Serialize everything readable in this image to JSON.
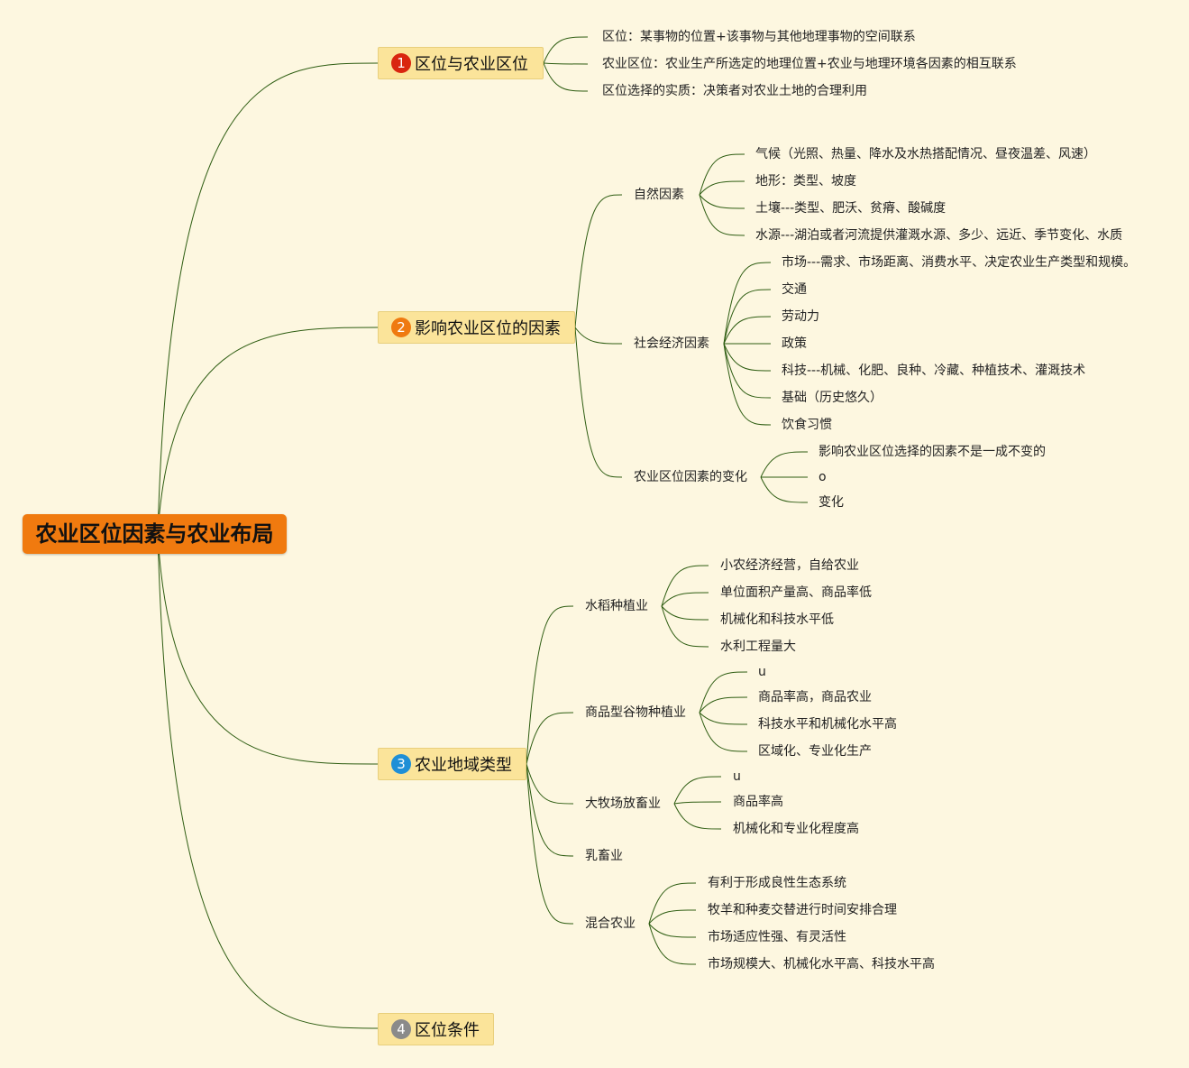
{
  "colors": {
    "background": "#fdf7e0",
    "root": "#f07a0f",
    "topic": "#fbe49a",
    "link": "#2e5d12",
    "badge1": "#d9250f",
    "badge2": "#ef7a10",
    "badge3": "#1f8fd6",
    "badge4": "#8a8a8a"
  },
  "root": {
    "label": "农业区位因素与农业布局"
  },
  "topic1": {
    "num": "1",
    "label": "区位与农业区位",
    "items": [
      "区位：某事物的位置+该事物与其他地理事物的空间联系",
      "农业区位：农业生产所选定的地理位置+农业与地理环境各因素的相互联系",
      "区位选择的实质：决策者对农业土地的合理利用"
    ]
  },
  "topic2": {
    "num": "2",
    "label": "影响农业区位的因素",
    "natural": {
      "label": "自然因素",
      "items": [
        "气候（光照、热量、降水及水热搭配情况、昼夜温差、风速）",
        "地形：类型、坡度",
        "土壤---类型、肥沃、贫瘠、酸碱度",
        "水源---湖泊或者河流提供灌溉水源、多少、远近、季节变化、水质"
      ]
    },
    "social": {
      "label": "社会经济因素",
      "items": [
        "市场---需求、市场距离、消费水平、决定农业生产类型和规模。",
        "交通",
        "劳动力",
        "政策",
        "科技---机械、化肥、良种、冷藏、种植技术、灌溉技术",
        "基础（历史悠久）",
        "饮食习惯"
      ]
    },
    "change": {
      "label": "农业区位因素的变化",
      "items": [
        "影响农业区位选择的因素不是一成不变的",
        "o",
        "变化"
      ]
    }
  },
  "topic3": {
    "num": "3",
    "label": "农业地域类型",
    "rice": {
      "label": "水稻种植业",
      "items": [
        "小农经济经营，自给农业",
        "单位面积产量高、商品率低",
        "机械化和科技水平低",
        "水利工程量大"
      ]
    },
    "grain": {
      "label": "商品型谷物种植业",
      "items": [
        "u",
        "商品率高，商品农业",
        "科技水平和机械化水平高",
        "区域化、专业化生产"
      ]
    },
    "ranch": {
      "label": "大牧场放畜业",
      "items": [
        "u",
        "商品率高",
        "机械化和专业化程度高"
      ]
    },
    "dairy": {
      "label": "乳畜业"
    },
    "mixed": {
      "label": "混合农业",
      "items": [
        "有利于形成良性生态系统",
        "牧羊和种麦交替进行时间安排合理",
        "市场适应性强、有灵活性",
        "市场规模大、机械化水平高、科技水平高"
      ]
    }
  },
  "topic4": {
    "num": "4",
    "label": "区位条件"
  }
}
